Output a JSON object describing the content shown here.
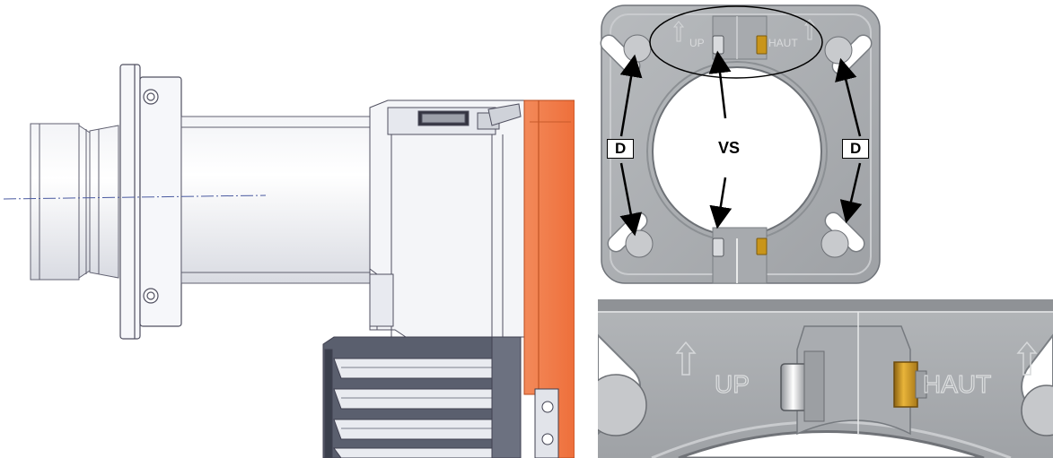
{
  "callouts": {
    "left_d": "D",
    "center_vs": "VS",
    "right_d": "D"
  },
  "plate_marks": {
    "up": "UP",
    "haut": "HAUT"
  },
  "detail_marks": {
    "up": "UP",
    "haut": "HAUT"
  },
  "colors": {
    "plate_grey": "#a9acaf",
    "burner_orange": "#f07a47",
    "brass_nut": "#c9951a"
  },
  "icons": {
    "arrow": "up-arrow-icon",
    "screw": "screw-icon",
    "nut": "nut-icon"
  }
}
